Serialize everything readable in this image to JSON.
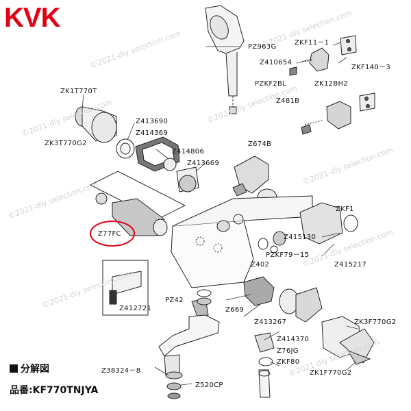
{
  "brand": "KVK",
  "watermark": "©2021-diy selection.com",
  "legend": {
    "title": "分解図",
    "model": "品番:KF770TNJYA"
  },
  "parts": [
    {
      "id": "PZ963G"
    },
    {
      "id": "ZKF11－1"
    },
    {
      "id": "Z410654"
    },
    {
      "id": "ZKF140－3"
    },
    {
      "id": "PZKF2BL"
    },
    {
      "id": "ZK12BH2"
    },
    {
      "id": "Z481B"
    },
    {
      "id": "ZK1T770T"
    },
    {
      "id": "Z413690"
    },
    {
      "id": "Z414369"
    },
    {
      "id": "ZK3T770G2"
    },
    {
      "id": "Z674B"
    },
    {
      "id": "Z414806"
    },
    {
      "id": "Z413669"
    },
    {
      "id": "ZKF1"
    },
    {
      "id": "Z77FC"
    },
    {
      "id": "Z415130"
    },
    {
      "id": "PZKF79－15"
    },
    {
      "id": "Z402"
    },
    {
      "id": "Z415217"
    },
    {
      "id": "PZ42"
    },
    {
      "id": "Z412721"
    },
    {
      "id": "Z669"
    },
    {
      "id": "Z413267"
    },
    {
      "id": "ZK3F770G2"
    },
    {
      "id": "Z414370"
    },
    {
      "id": "Z76JG"
    },
    {
      "id": "ZKF80"
    },
    {
      "id": "Z38324－8"
    },
    {
      "id": "Z520CP"
    },
    {
      "id": "ZK1F770G2"
    }
  ]
}
